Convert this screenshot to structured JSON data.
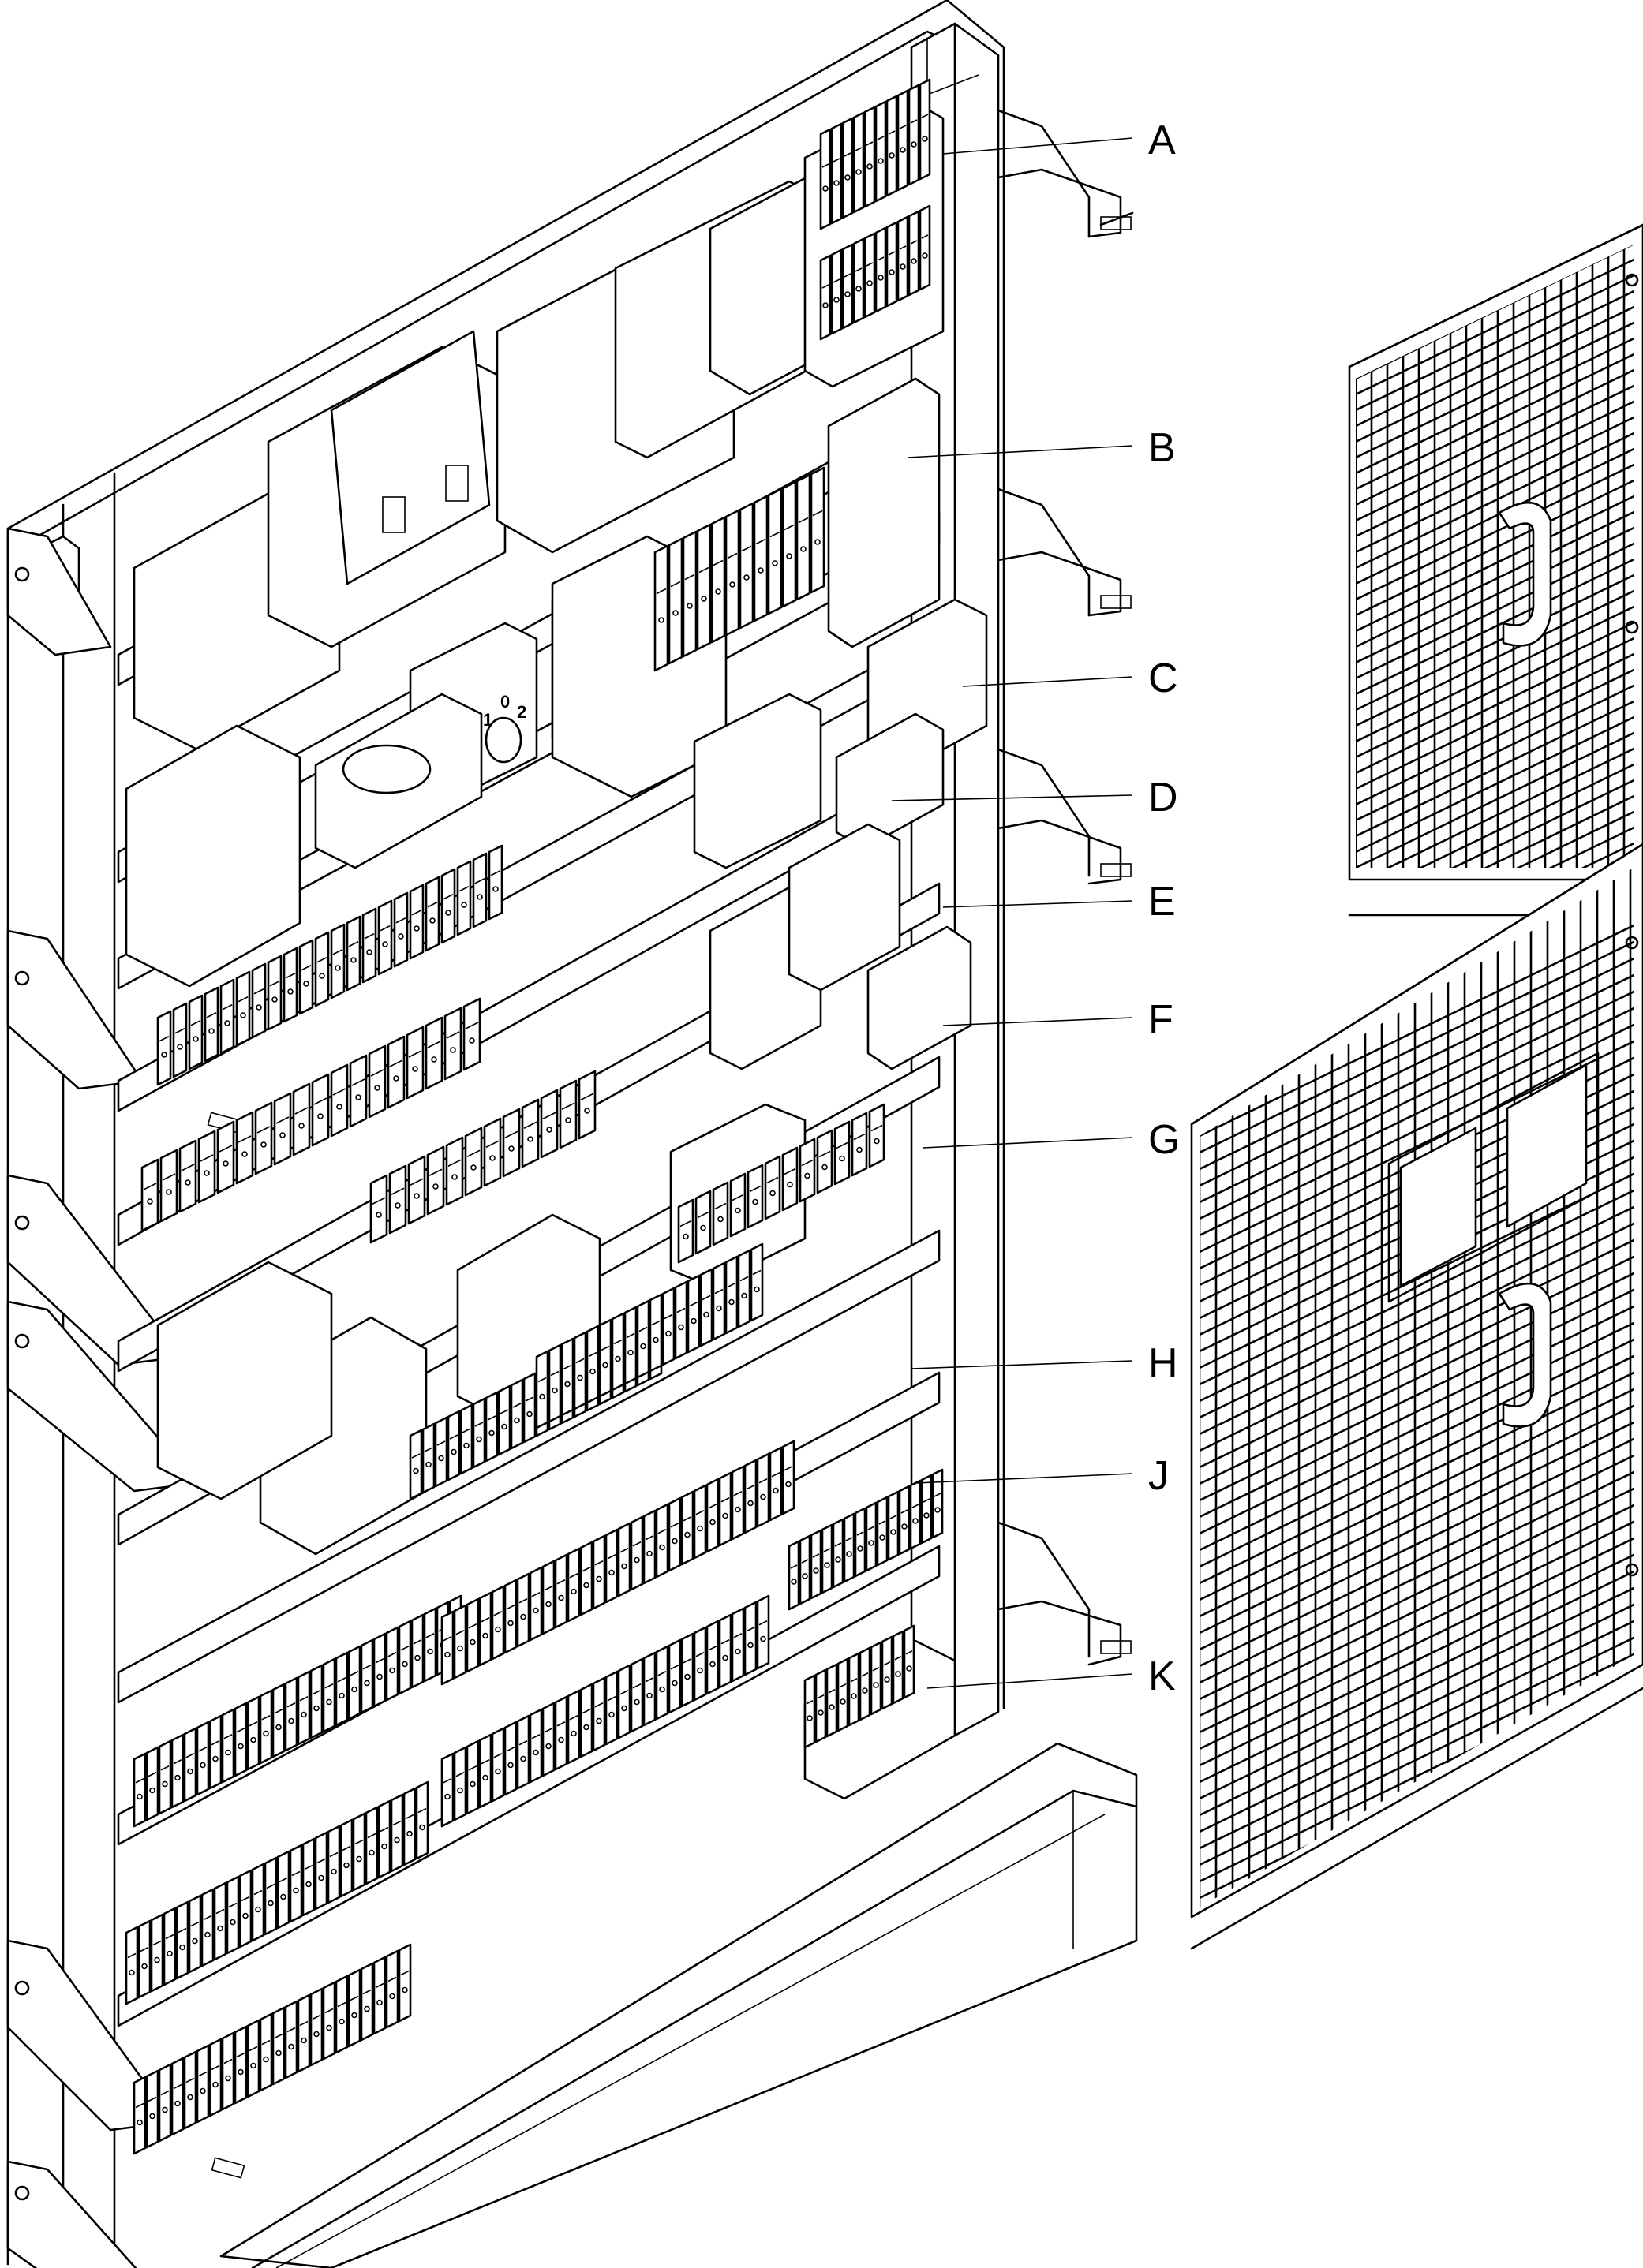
{
  "callouts": [
    {
      "id": "A",
      "text": "A"
    },
    {
      "id": "B",
      "text": "B"
    },
    {
      "id": "C",
      "text": "C"
    },
    {
      "id": "D",
      "text": "D"
    },
    {
      "id": "E",
      "text": "E"
    },
    {
      "id": "F",
      "text": "F"
    },
    {
      "id": "G",
      "text": "G"
    },
    {
      "id": "H",
      "text": "H"
    },
    {
      "id": "J",
      "text": "J"
    },
    {
      "id": "K",
      "text": "K"
    }
  ],
  "switch_markings": {
    "pos1": "1",
    "pos0": "0",
    "pos2": "2"
  },
  "colors": {
    "ink": "#000000",
    "paper": "#ffffff"
  }
}
